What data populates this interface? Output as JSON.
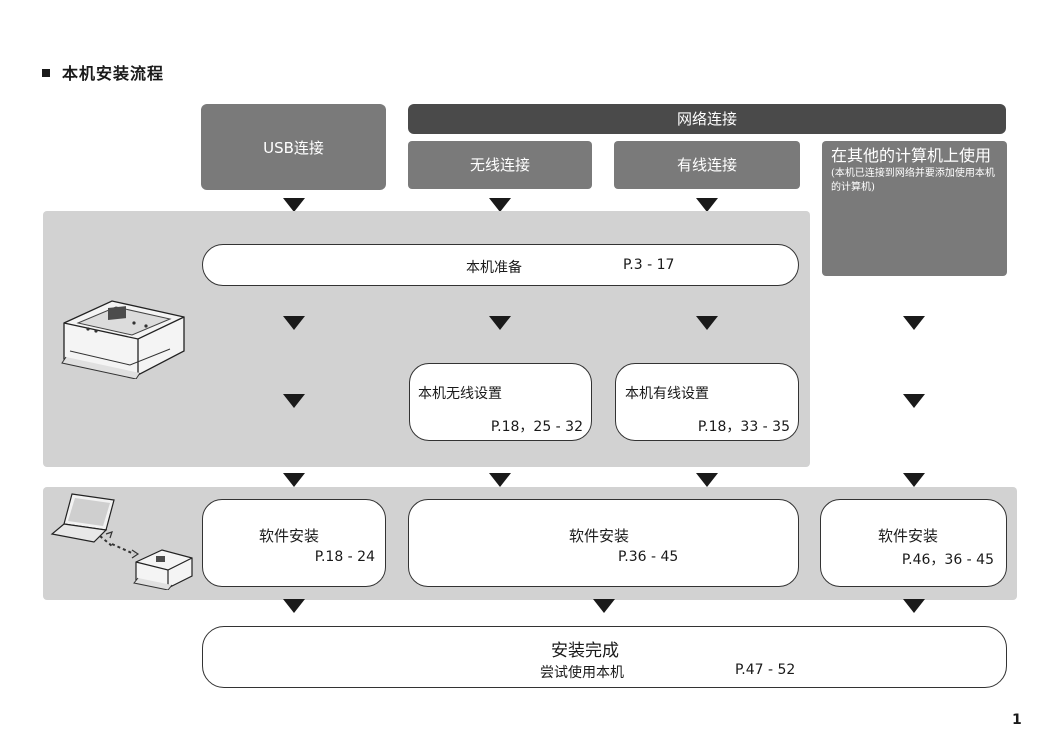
{
  "title": "本机安装流程",
  "headers": {
    "usb": "USB连接",
    "network": "网络连接",
    "wireless": "无线连接",
    "wired": "有线连接",
    "other_main": "在其他的计算机上使用",
    "other_note": "(本机已连接到网络并要添加使用本机的计算机)"
  },
  "prepare": {
    "label": "本机准备",
    "pages": "P.3 - 17"
  },
  "wireless_setup": {
    "label": "本机无线设置",
    "pages": "P.18，25 - 32"
  },
  "wired_setup": {
    "label": "本机有线设置",
    "pages": "P.18，33 - 35"
  },
  "install_usb": {
    "label": "软件安装",
    "pages": "P.18 - 24"
  },
  "install_network": {
    "label": "软件安装",
    "pages": "P.36 - 45"
  },
  "install_other": {
    "label": "软件安装",
    "pages": "P.46，36 - 45"
  },
  "complete": {
    "label": "安装完成",
    "sub": "尝试使用本机",
    "pages": "P.47 - 52"
  },
  "page_number": "1"
}
